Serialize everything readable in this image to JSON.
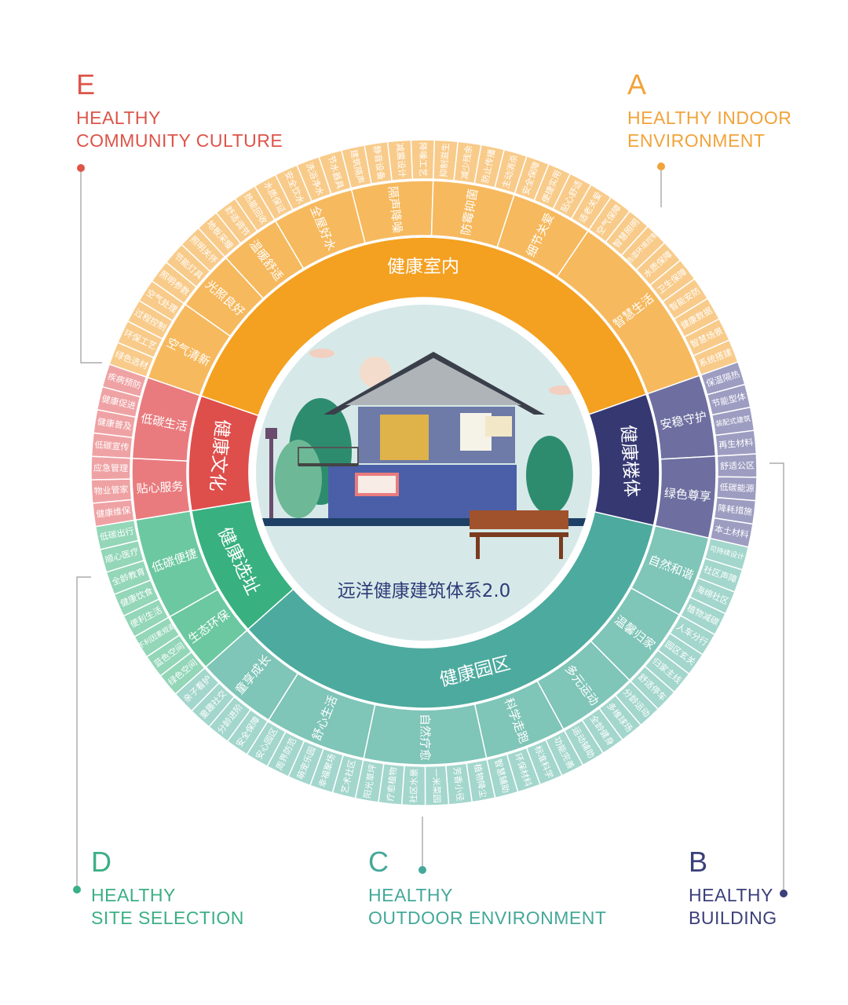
{
  "title": "远洋健康建筑体系2.0",
  "corners": {
    "E": {
      "letter": "E",
      "line1": "HEALTHY",
      "line2": "COMMUNITY CULTURE",
      "color": "#DD5449"
    },
    "A": {
      "letter": "A",
      "line1": "HEALTHY INDOOR",
      "line2": "ENVIRONMENT",
      "color": "#F2A33A"
    },
    "D": {
      "letter": "D",
      "line1": "HEALTHY",
      "line2": "SITE SELECTION",
      "color": "#3BAF85"
    },
    "C": {
      "letter": "C",
      "line1": "HEALTHY",
      "line2": "OUTDOOR ENVIRONMENT",
      "color": "#45A89A"
    },
    "B": {
      "letter": "B",
      "line1": "HEALTHY",
      "line2": "BUILDING",
      "color": "#3B3F7A"
    }
  },
  "categories": [
    {
      "name": "健康室内",
      "colors": [
        "#F4A020",
        "#F6B95E",
        "#F8CB8A"
      ],
      "subs": [
        {
          "name": "空气清新",
          "leaves": [
            "绿色选材",
            "环保工艺",
            "过程控制",
            "空气处理"
          ]
        },
        {
          "name": "光照良好",
          "leaves": [
            "照明参数",
            "节能灯具",
            "照明关怀"
          ]
        },
        {
          "name": "温暖舒适",
          "leaves": [
            "地板采暖",
            "舒适调节",
            "热能回收"
          ]
        },
        {
          "name": "全屋好水",
          "leaves": [
            "水质保证",
            "安全饮水",
            "洗浴净水",
            "节水器具"
          ]
        },
        {
          "name": "隔声降噪",
          "leaves": [
            "建筑隔声",
            "静音设备",
            "减震设计",
            "降噪工艺"
          ]
        },
        {
          "name": "防霉抑菌",
          "leaves": [
            "抑制滋生",
            "减少残余",
            "防止传播",
            "主动消杀"
          ]
        },
        {
          "name": "细节关爱",
          "leaves": [
            "安全保障",
            "便捷实用",
            "贴心舒适",
            "适老关爱"
          ]
        },
        {
          "name": "智慧生活",
          "leaves": [
            "空气保障",
            "智慧照明",
            "热湿环境控制",
            "水质保障",
            "卫生保障",
            "智能安防",
            "健康数据",
            "智慧场景",
            "系统搭建"
          ]
        }
      ]
    },
    {
      "name": "健康楼体",
      "colors": [
        "#363872",
        "#6E6FA0",
        "#9D9DC2"
      ],
      "subs": [
        {
          "name": "安稳守护",
          "leaves": [
            "保温隔热",
            "节能型体",
            "装配式建筑",
            "再生材料"
          ]
        },
        {
          "name": "绿色尊享",
          "leaves": [
            "舒适公区",
            "低碳能源",
            "降耗措施",
            "本土材料"
          ]
        }
      ]
    },
    {
      "name": "健康园区",
      "colors": [
        "#4DAA9E",
        "#7FC5B8",
        "#A3D6CC"
      ],
      "subs": [
        {
          "name": "自然和谐",
          "leaves": [
            "可持续设计",
            "社区声障",
            "海绵社区",
            "植物减碳"
          ]
        },
        {
          "name": "温馨归家",
          "leaves": [
            "人车分行",
            "园区玄关",
            "归家主线",
            "舒适停车"
          ]
        },
        {
          "name": "多元运动",
          "leaves": [
            "分龄运动",
            "多维球场",
            "全龄健身",
            "运动辅助"
          ]
        },
        {
          "name": "科学走跑",
          "leaves": [
            "功能完善",
            "标准科学",
            "环保材料",
            "智慧辅助"
          ]
        },
        {
          "name": "自然疗愈",
          "leaves": [
            "植物降尘",
            "芳香小径",
            "一米菜园",
            "社区水景",
            "疗愈植物",
            "阳光草坪"
          ]
        },
        {
          "name": "舒心生活",
          "leaves": [
            "艺术社区",
            "幸福聚场",
            "萌宠乐园",
            "周界防范",
            "安心园区"
          ]
        },
        {
          "name": "童享成长",
          "leaves": [
            "安全保障",
            "分龄进阶",
            "童趣社交",
            "亲子看护"
          ]
        }
      ]
    },
    {
      "name": "健康选址",
      "colors": [
        "#38B07F",
        "#6CC8A0",
        "#93D6B8"
      ],
      "subs": [
        {
          "name": "生态环保",
          "leaves": [
            "绿色空间",
            "蓝色空间",
            "不利因素规避"
          ]
        },
        {
          "name": "低碳便捷",
          "leaves": [
            "便利生活",
            "健康饮食",
            "全龄教育",
            "顺心医疗",
            "低碳出行"
          ]
        }
      ]
    },
    {
      "name": "健康文化",
      "colors": [
        "#DE4E4B",
        "#E97B7E",
        "#EFA2A4"
      ],
      "subs": [
        {
          "name": "贴心服务",
          "leaves": [
            "健康维保",
            "物业管家",
            "应急管理"
          ]
        },
        {
          "name": "低碳生活",
          "leaves": [
            "低碳宣传",
            "健康普及",
            "健康促进",
            "疾病预防"
          ]
        }
      ]
    }
  ]
}
